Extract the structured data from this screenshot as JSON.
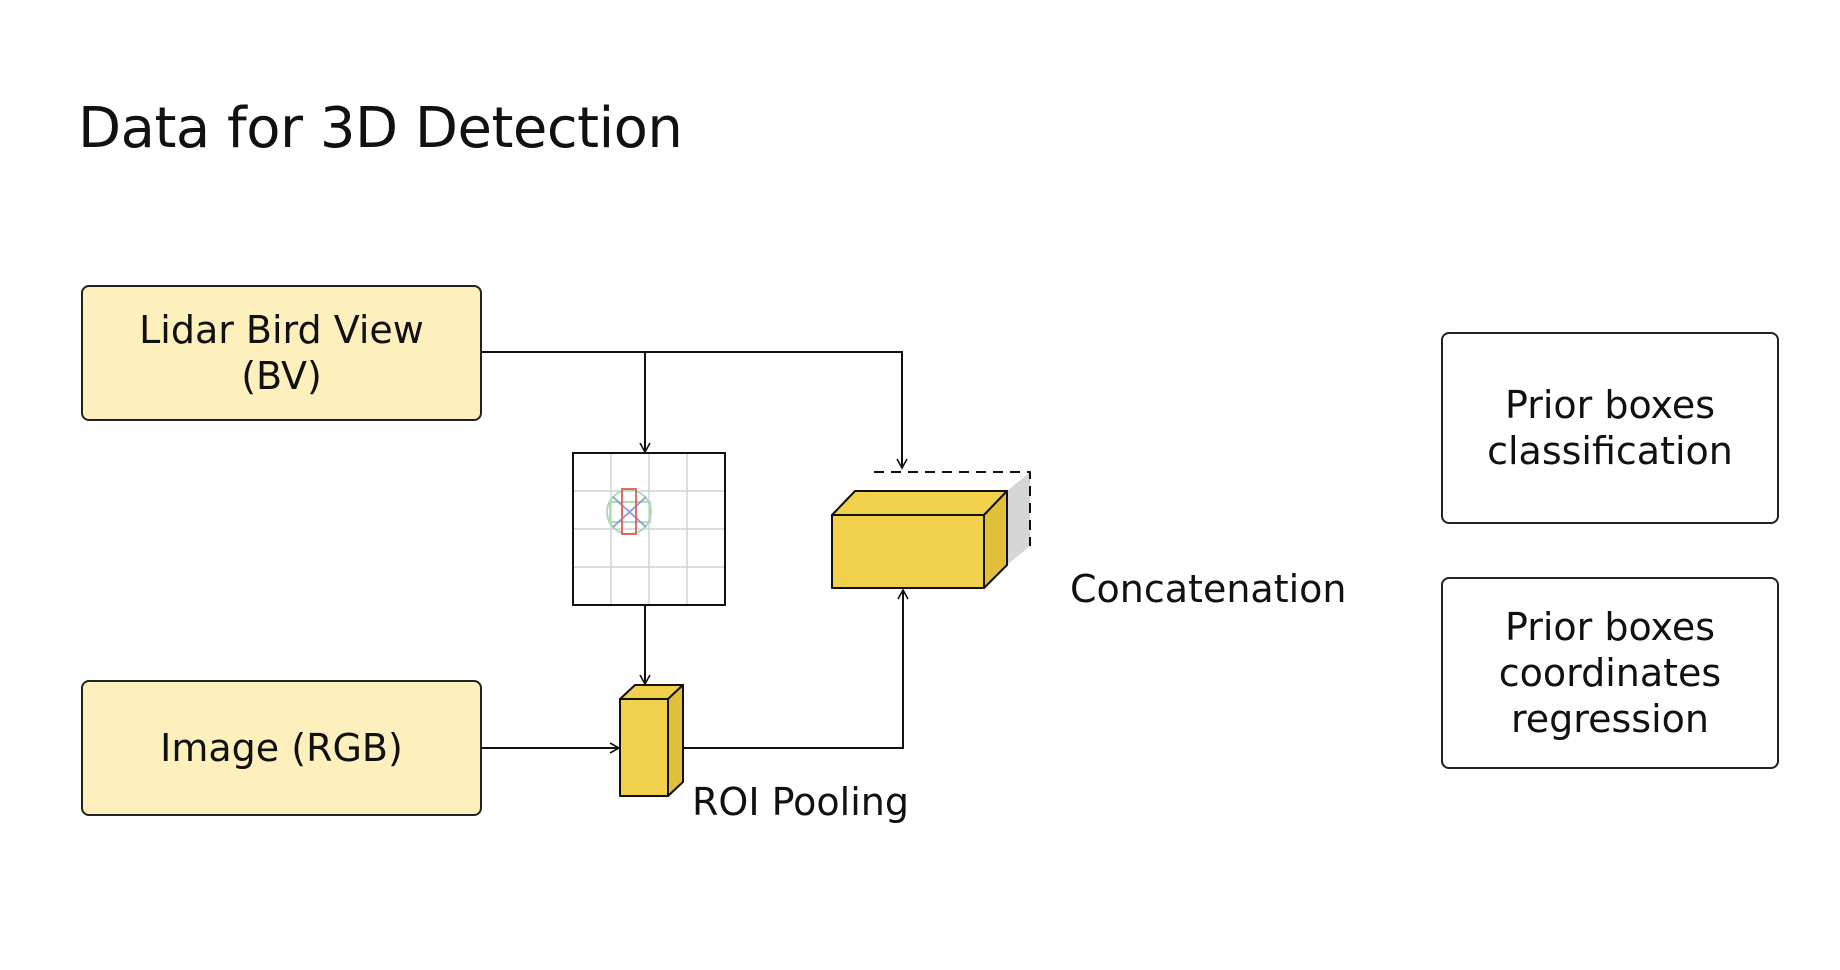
{
  "title": "Data for 3D Detection",
  "inputs": {
    "lidar_line1": "Lidar Bird View",
    "lidar_line2": "(BV)",
    "image": "Image (RGB)"
  },
  "labels": {
    "roi_pooling": "ROI Pooling",
    "concatenation": "Concatenation"
  },
  "outputs": {
    "classification_line1": "Prior boxes",
    "classification_line2": "classification",
    "regression_line1": "Prior boxes",
    "regression_line2": "coordinates",
    "regression_line3": "regression"
  },
  "colors": {
    "input_fill": "#fdf0bc",
    "block_yellow": "#f1d04b",
    "block_gray": "#d6d6d6"
  }
}
